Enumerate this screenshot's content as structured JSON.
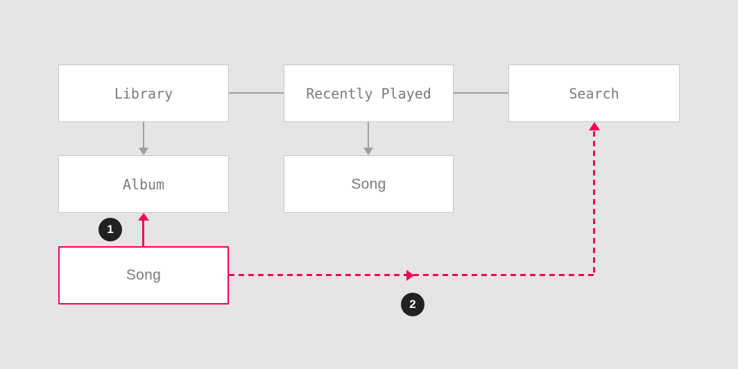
{
  "diagram": {
    "background_color": "#e5e5e5",
    "colors": {
      "node_fill": "#ffffff",
      "node_border": "#c6c6c6",
      "node_text": "#7a7a7a",
      "connector_gray": "#9e9e9e",
      "accent_pink": "#f50057",
      "badge_background": "#212121",
      "badge_text": "#ffffff"
    },
    "nodes": {
      "library": {
        "label": "Library"
      },
      "recently_played": {
        "label": "Recently Played"
      },
      "search": {
        "label": "Search"
      },
      "album": {
        "label": "Album"
      },
      "song_under_recently_played": {
        "label": "Song"
      },
      "song_selected": {
        "label": "Song",
        "highlighted": true
      }
    },
    "edges": [
      {
        "from": "library",
        "to": "recently_played",
        "style": "gray-line"
      },
      {
        "from": "recently_played",
        "to": "search",
        "style": "gray-line"
      },
      {
        "from": "library",
        "to": "album",
        "style": "gray-arrow-down"
      },
      {
        "from": "recently_played",
        "to": "song_under_recently_played",
        "style": "gray-arrow-down"
      },
      {
        "from": "song_selected",
        "to": "album",
        "style": "pink-solid-arrow-up",
        "badge": "1"
      },
      {
        "from": "song_selected",
        "to": "search",
        "style": "pink-dashed-arrow-right-then-up",
        "badge": "2"
      }
    ],
    "badges": [
      {
        "label": "1"
      },
      {
        "label": "2"
      }
    ]
  }
}
